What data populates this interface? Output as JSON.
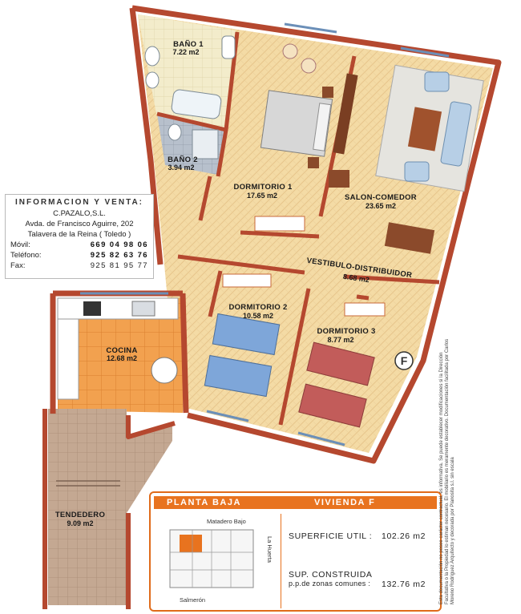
{
  "rooms": {
    "bano1": {
      "name": "BAÑO 1",
      "area": "7.22 m2"
    },
    "bano2": {
      "name": "BAÑO 2",
      "area": "3.94 m2"
    },
    "dorm1": {
      "name": "DORMITORIO 1",
      "area": "17.65 m2"
    },
    "salon": {
      "name": "SALON-COMEDOR",
      "area": "23.65 m2"
    },
    "vestibulo": {
      "name": "VESTIBULO-DISTRIBUIDOR",
      "area": "8.68 m2"
    },
    "cocina": {
      "name": "COCINA",
      "area": "12.68 m2"
    },
    "dorm2": {
      "name": "DORMITORIO 2",
      "area": "10.58 m2"
    },
    "dorm3": {
      "name": "DORMITORIO 3",
      "area": "8.77 m2"
    },
    "tendedero": {
      "name": "TENDEDERO",
      "area": "9.09 m2"
    }
  },
  "entrance_marker": "F",
  "info": {
    "title": "INFORMACION Y VENTA:",
    "company": "C.PAZALO,S.L.",
    "address": "Avda. de Francisco Aguirre, 202",
    "city": "Talavera de la Reina ( Toledo )",
    "mobile_label": "Móvil:",
    "mobile": "669 04 98 06",
    "phone_label": "Teléfono:",
    "phone": "925 82 63 76",
    "fax_label": "Fax:",
    "fax": "925 81 95 77"
  },
  "legend": {
    "floor": "PLANTA BAJA",
    "unit": "VIVIENDA F",
    "useful_label": "SUPERFICIE UTIL :",
    "useful_value": "102.26 m2",
    "built_label": "SUP. CONSTRUIDA",
    "built_sub": "p.p.de zonas comunes :",
    "built_value": "132.76 m2",
    "street_north": "Matadero Bajo",
    "street_east": "La Huerta",
    "street_south": "Salmerón"
  },
  "disclaimer": "Esta documentación no posee carácter contractual, es informativa. Se puede establecer modificaciones si la Dirección Facultativa o la Propiedad lo estiman necesario. El mobiliario es meramente decorativo. Documentación facilitada por Carlos Moreno Rodríguez Arquitecto y decorada por Planosita s.l. sin escala",
  "colors": {
    "wall": "#b5482f",
    "parquet": "#f4dba5",
    "kitchen_tile": "#f2a14f",
    "bath_tile": "#f1ebc4",
    "terrace": "#c4a892",
    "accent": "#e8731f"
  }
}
